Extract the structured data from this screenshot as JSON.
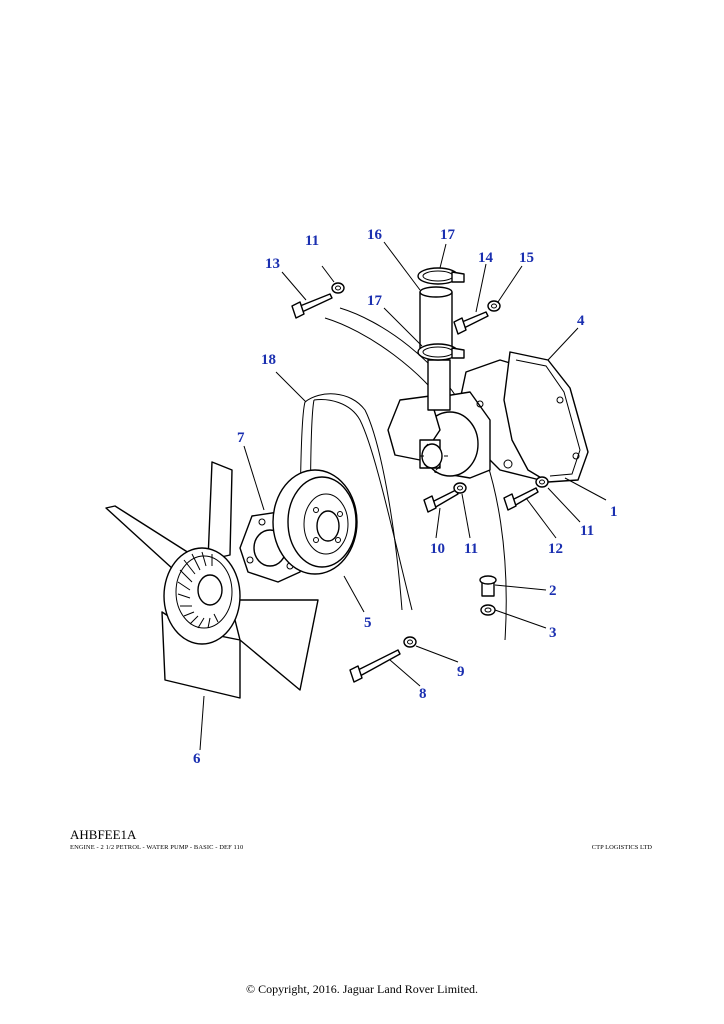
{
  "diagram": {
    "ref_code": "AHBFEE1A",
    "caption": "ENGINE - 2 1/2 PETROL - WATER PUMP - BASIC - DEF 110",
    "publisher": "CTP LOGISTICS LTD",
    "copyright": "© Copyright, 2016. Jaguar Land Rover Limited."
  },
  "callouts": [
    {
      "id": "1",
      "label": "1"
    },
    {
      "id": "2",
      "label": "2"
    },
    {
      "id": "3",
      "label": "3"
    },
    {
      "id": "4",
      "label": "4"
    },
    {
      "id": "5",
      "label": "5"
    },
    {
      "id": "6",
      "label": "6"
    },
    {
      "id": "7",
      "label": "7"
    },
    {
      "id": "8",
      "label": "8"
    },
    {
      "id": "9",
      "label": "9"
    },
    {
      "id": "10",
      "label": "10"
    },
    {
      "id": "11a",
      "label": "11"
    },
    {
      "id": "11b",
      "label": "11"
    },
    {
      "id": "11c",
      "label": "11"
    },
    {
      "id": "12",
      "label": "12"
    },
    {
      "id": "13",
      "label": "13"
    },
    {
      "id": "14",
      "label": "14"
    },
    {
      "id": "15",
      "label": "15"
    },
    {
      "id": "16",
      "label": "16"
    },
    {
      "id": "17a",
      "label": "17"
    },
    {
      "id": "17b",
      "label": "17"
    },
    {
      "id": "18",
      "label": "18"
    }
  ],
  "colors": {
    "callout": "#1a2fb0",
    "line": "#000000",
    "background": "#ffffff"
  }
}
